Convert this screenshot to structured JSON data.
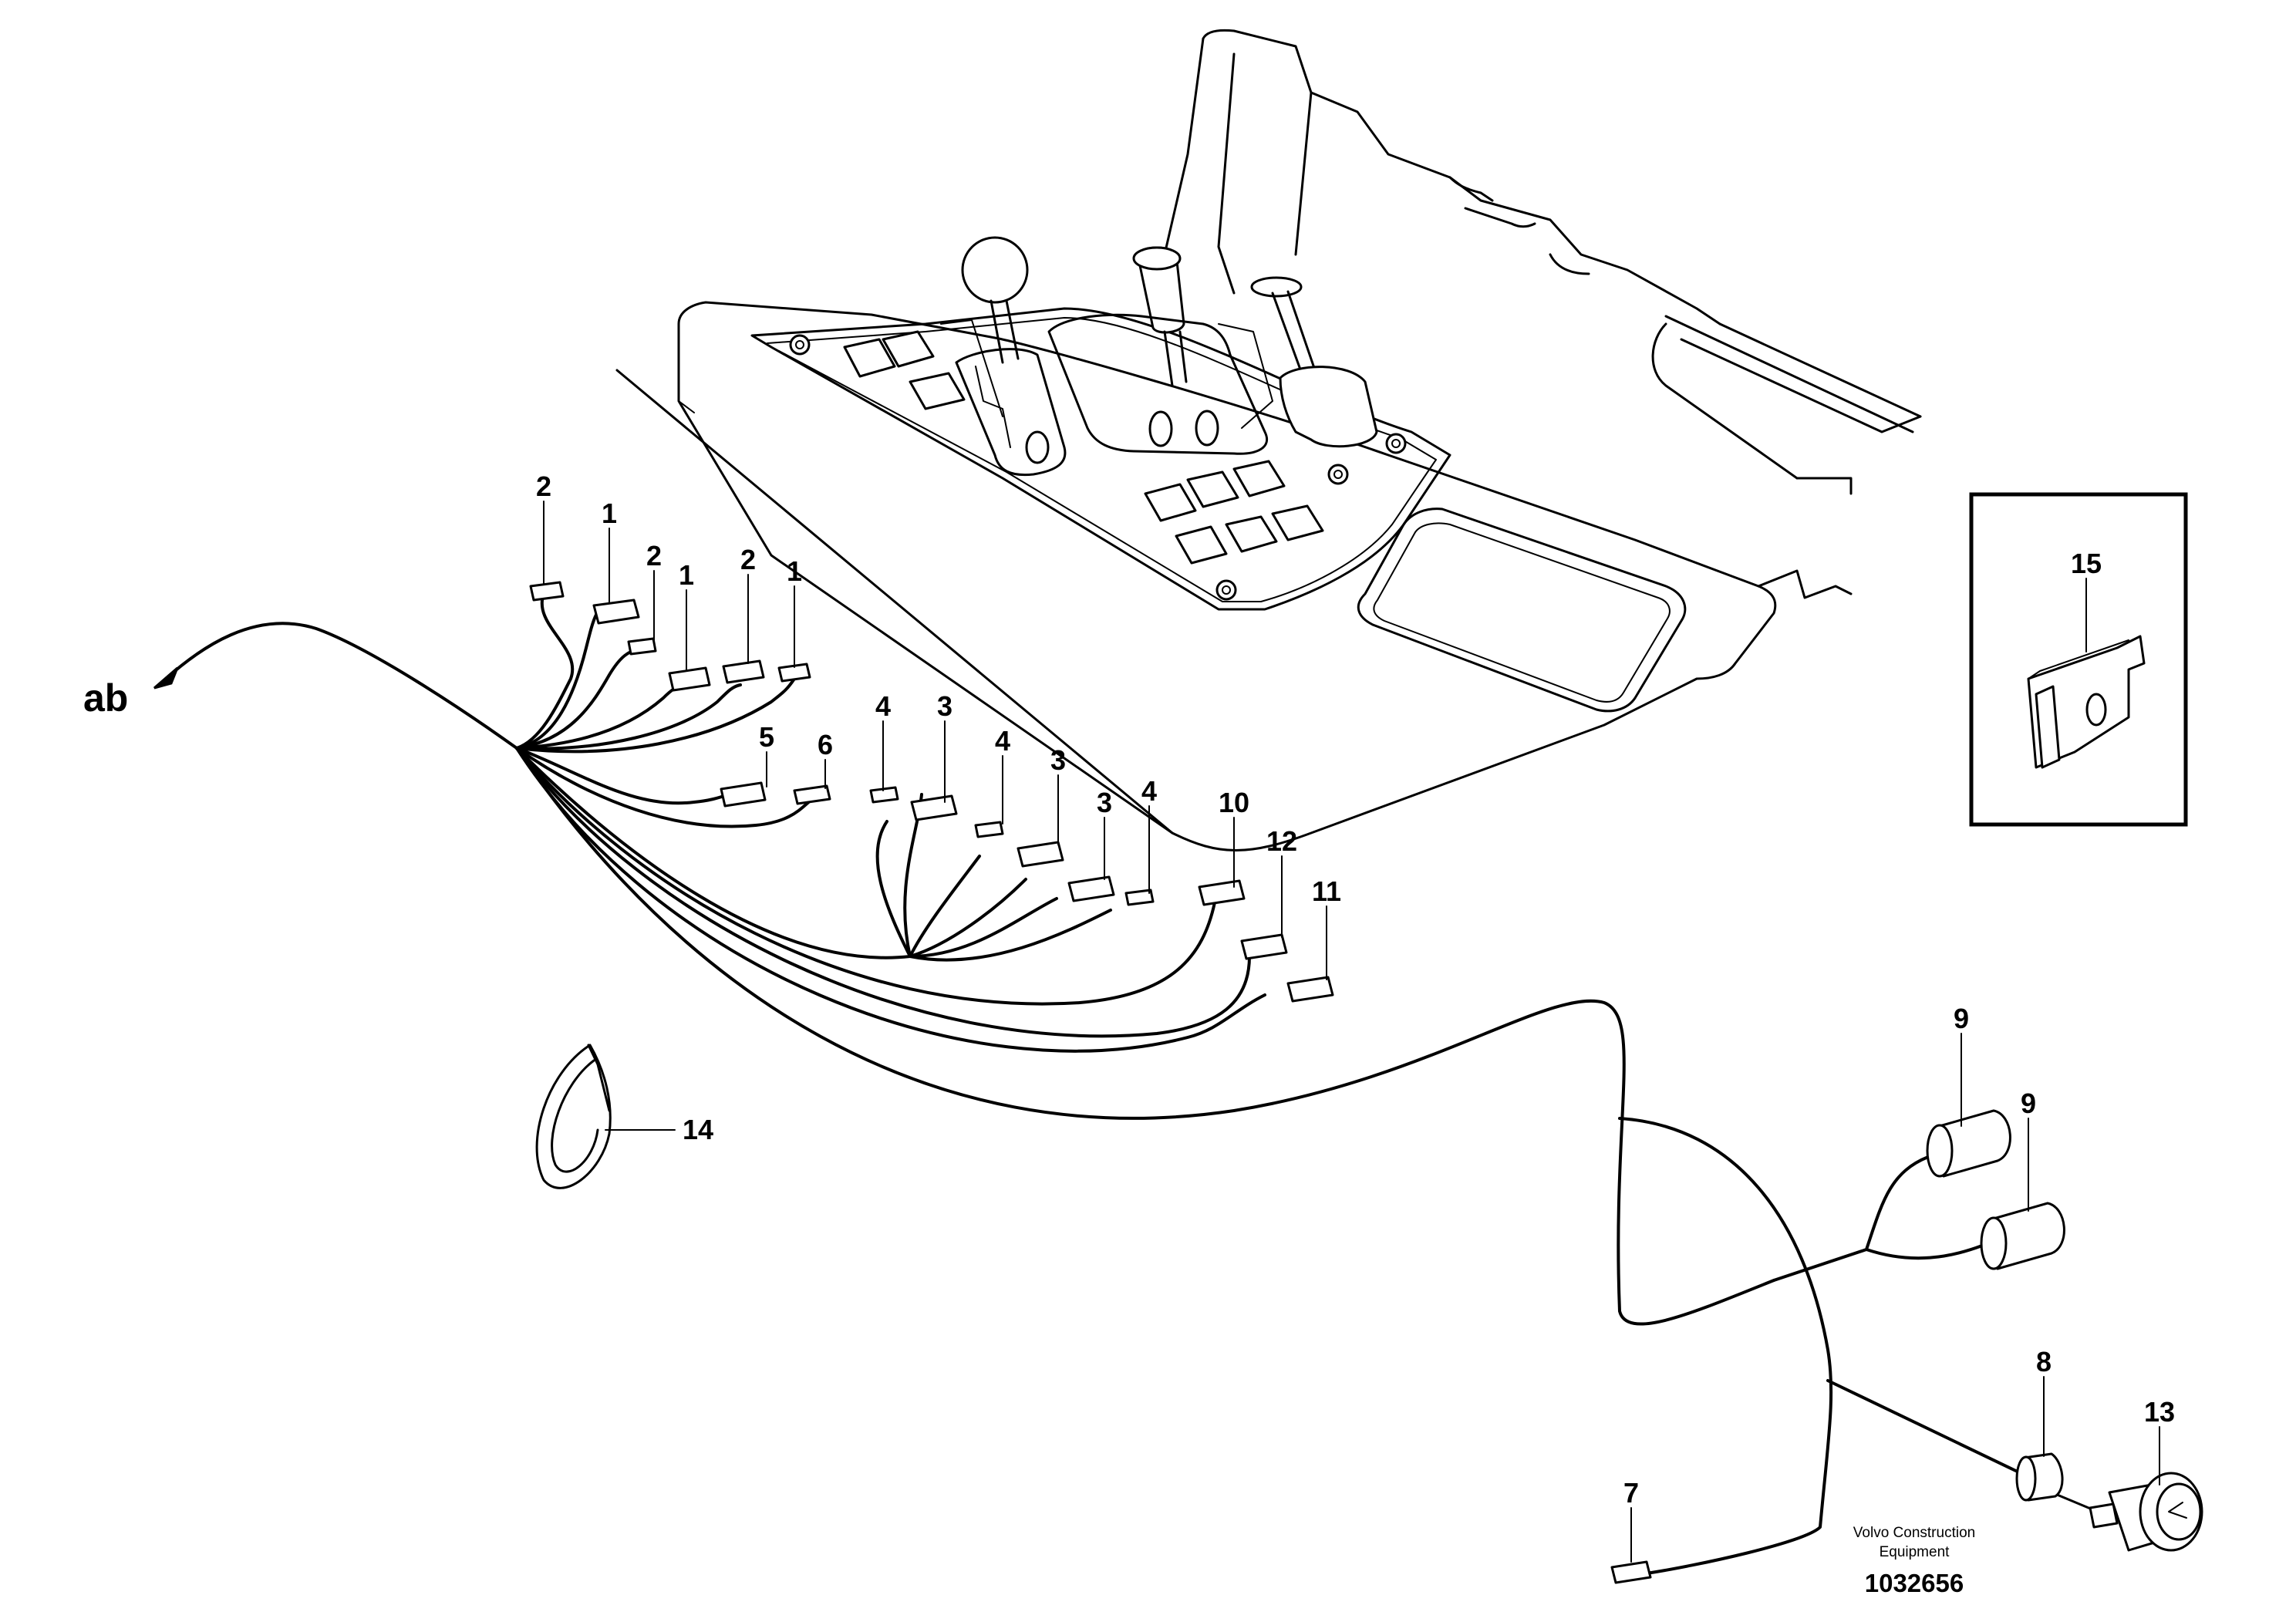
{
  "callouts": {
    "c2a": "2",
    "c1a": "1",
    "c2b": "2",
    "c1b": "1",
    "c2c": "2",
    "c1c": "1",
    "c5": "5",
    "c6": "6",
    "c4a": "4",
    "c3a": "3",
    "c4b": "4",
    "c3b": "3",
    "c3c": "3",
    "c4c": "4",
    "c10": "10",
    "c12": "12",
    "c11": "11",
    "c9a": "9",
    "c9b": "9",
    "c8": "8",
    "c13": "13",
    "c7": "7",
    "c14": "14",
    "c15": "15"
  },
  "reference": "ab",
  "footer": {
    "company_line1": "Volvo Construction",
    "company_line2": "Equipment",
    "drawing_number": "1032656"
  }
}
